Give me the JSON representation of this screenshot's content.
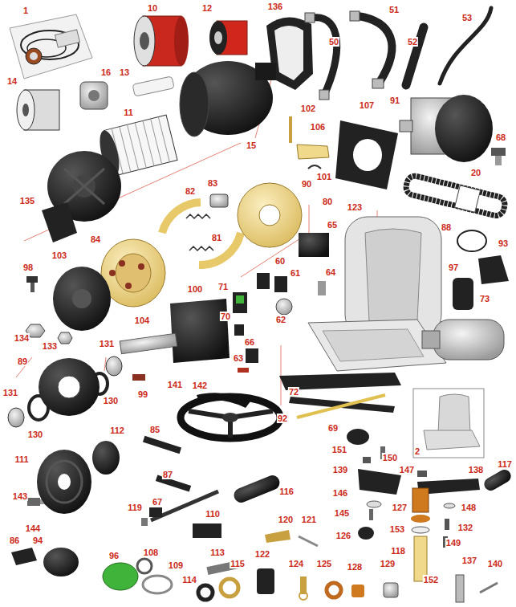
{
  "diagram": {
    "labels": [
      "1",
      "10",
      "12",
      "136",
      "51",
      "50",
      "52",
      "53",
      "14",
      "16",
      "13",
      "11",
      "102",
      "107",
      "91",
      "68",
      "106",
      "15",
      "101",
      "20",
      "135",
      "83",
      "82",
      "90",
      "80",
      "123",
      "81",
      "65",
      "88",
      "93",
      "84",
      "98",
      "103",
      "60",
      "61",
      "64",
      "97",
      "71",
      "73",
      "100",
      "70",
      "62",
      "104",
      "134",
      "133",
      "66",
      "131",
      "89",
      "63",
      "72",
      "131",
      "130",
      "99",
      "141",
      "142",
      "130",
      "92",
      "69",
      "112",
      "2",
      "85",
      "151",
      "150",
      "147",
      "138",
      "117",
      "111",
      "139",
      "87",
      "116",
      "146",
      "127",
      "148",
      "143",
      "119",
      "67",
      "110",
      "145",
      "132",
      "153",
      "120",
      "121",
      "144",
      "126",
      "149",
      "118",
      "86",
      "94",
      "96",
      "108",
      "113",
      "122",
      "124",
      "125",
      "128",
      "129",
      "137",
      "140",
      "152",
      "109",
      "114",
      "115"
    ]
  }
}
